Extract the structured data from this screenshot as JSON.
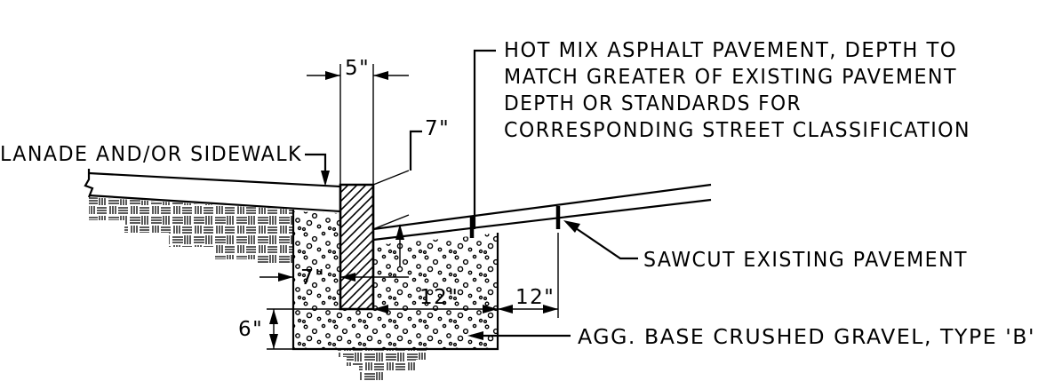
{
  "notes": {
    "asphalt": [
      "HOT MIX ASPHALT PAVEMENT, DEPTH TO",
      "MATCH GREATER OF EXISTING PAVEMENT",
      "DEPTH OR STANDARDS FOR",
      "CORRESPONDING STREET CLASSIFICATION"
    ],
    "sidewalk": "LANADE AND/OR SIDEWALK",
    "sawcut": "SAWCUT EXISTING PAVEMENT",
    "base": "AGG. BASE CRUSHED GRAVEL, TYPE 'B'"
  },
  "dimensions": {
    "curb_top_width": "5\"",
    "curb_exposure": "7\"",
    "curb_width_bottom": "7\"",
    "gutter_width": "12\"",
    "sawcut_offset": "12\"",
    "base_depth": "6\""
  }
}
